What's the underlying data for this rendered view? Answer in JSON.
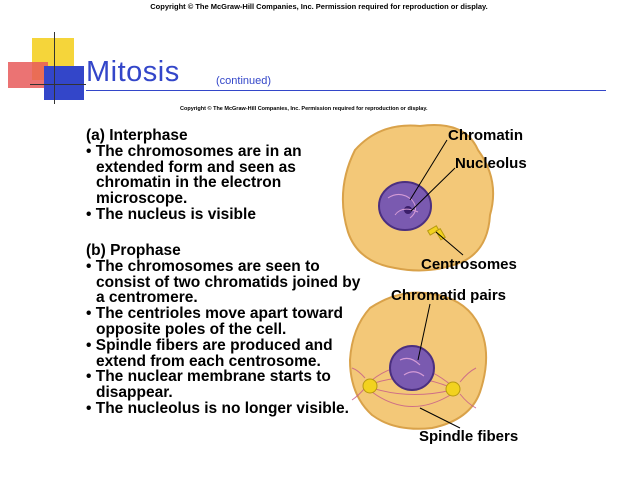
{
  "copyright_top": "Copyright © The McGraw-Hill Companies, Inc. Permission required for reproduction or display.",
  "title": "Mitosis",
  "subtitle": "(continued)",
  "figure_copyright": "Copyright © The McGraw-Hill Companies, Inc. Permission required for reproduction or display.",
  "interphase": {
    "heading": "(a) Interphase",
    "bullets": [
      "• The chromosomes are in an extended form and seen as chromatin in the electron microscope.",
      "• The nucleus is visible"
    ]
  },
  "prophase": {
    "heading": "(b) Prophase",
    "bullets": [
      "• The chromosomes are seen to consist of two chromatids joined by a centromere.",
      "• The centrioles move apart toward opposite poles of the cell.",
      "• Spindle fibers are produced and extend from each centrosome.",
      "• The nuclear membrane starts to disappear.",
      "• The nucleolus is no longer visible."
    ]
  },
  "labels": {
    "chromatin": "Chromatin",
    "nucleolus": "Nucleolus",
    "centrosomes": "Centrosomes",
    "chromatid_pairs": "Chromatid pairs",
    "spindle_fibers": "Spindle fibers"
  },
  "colors": {
    "title": "#3346c9",
    "cell_fill": "#f3c878",
    "nucleus": "#7a5ab0",
    "centrosome": "#f2d21e",
    "spindle": "#c65a8a"
  }
}
